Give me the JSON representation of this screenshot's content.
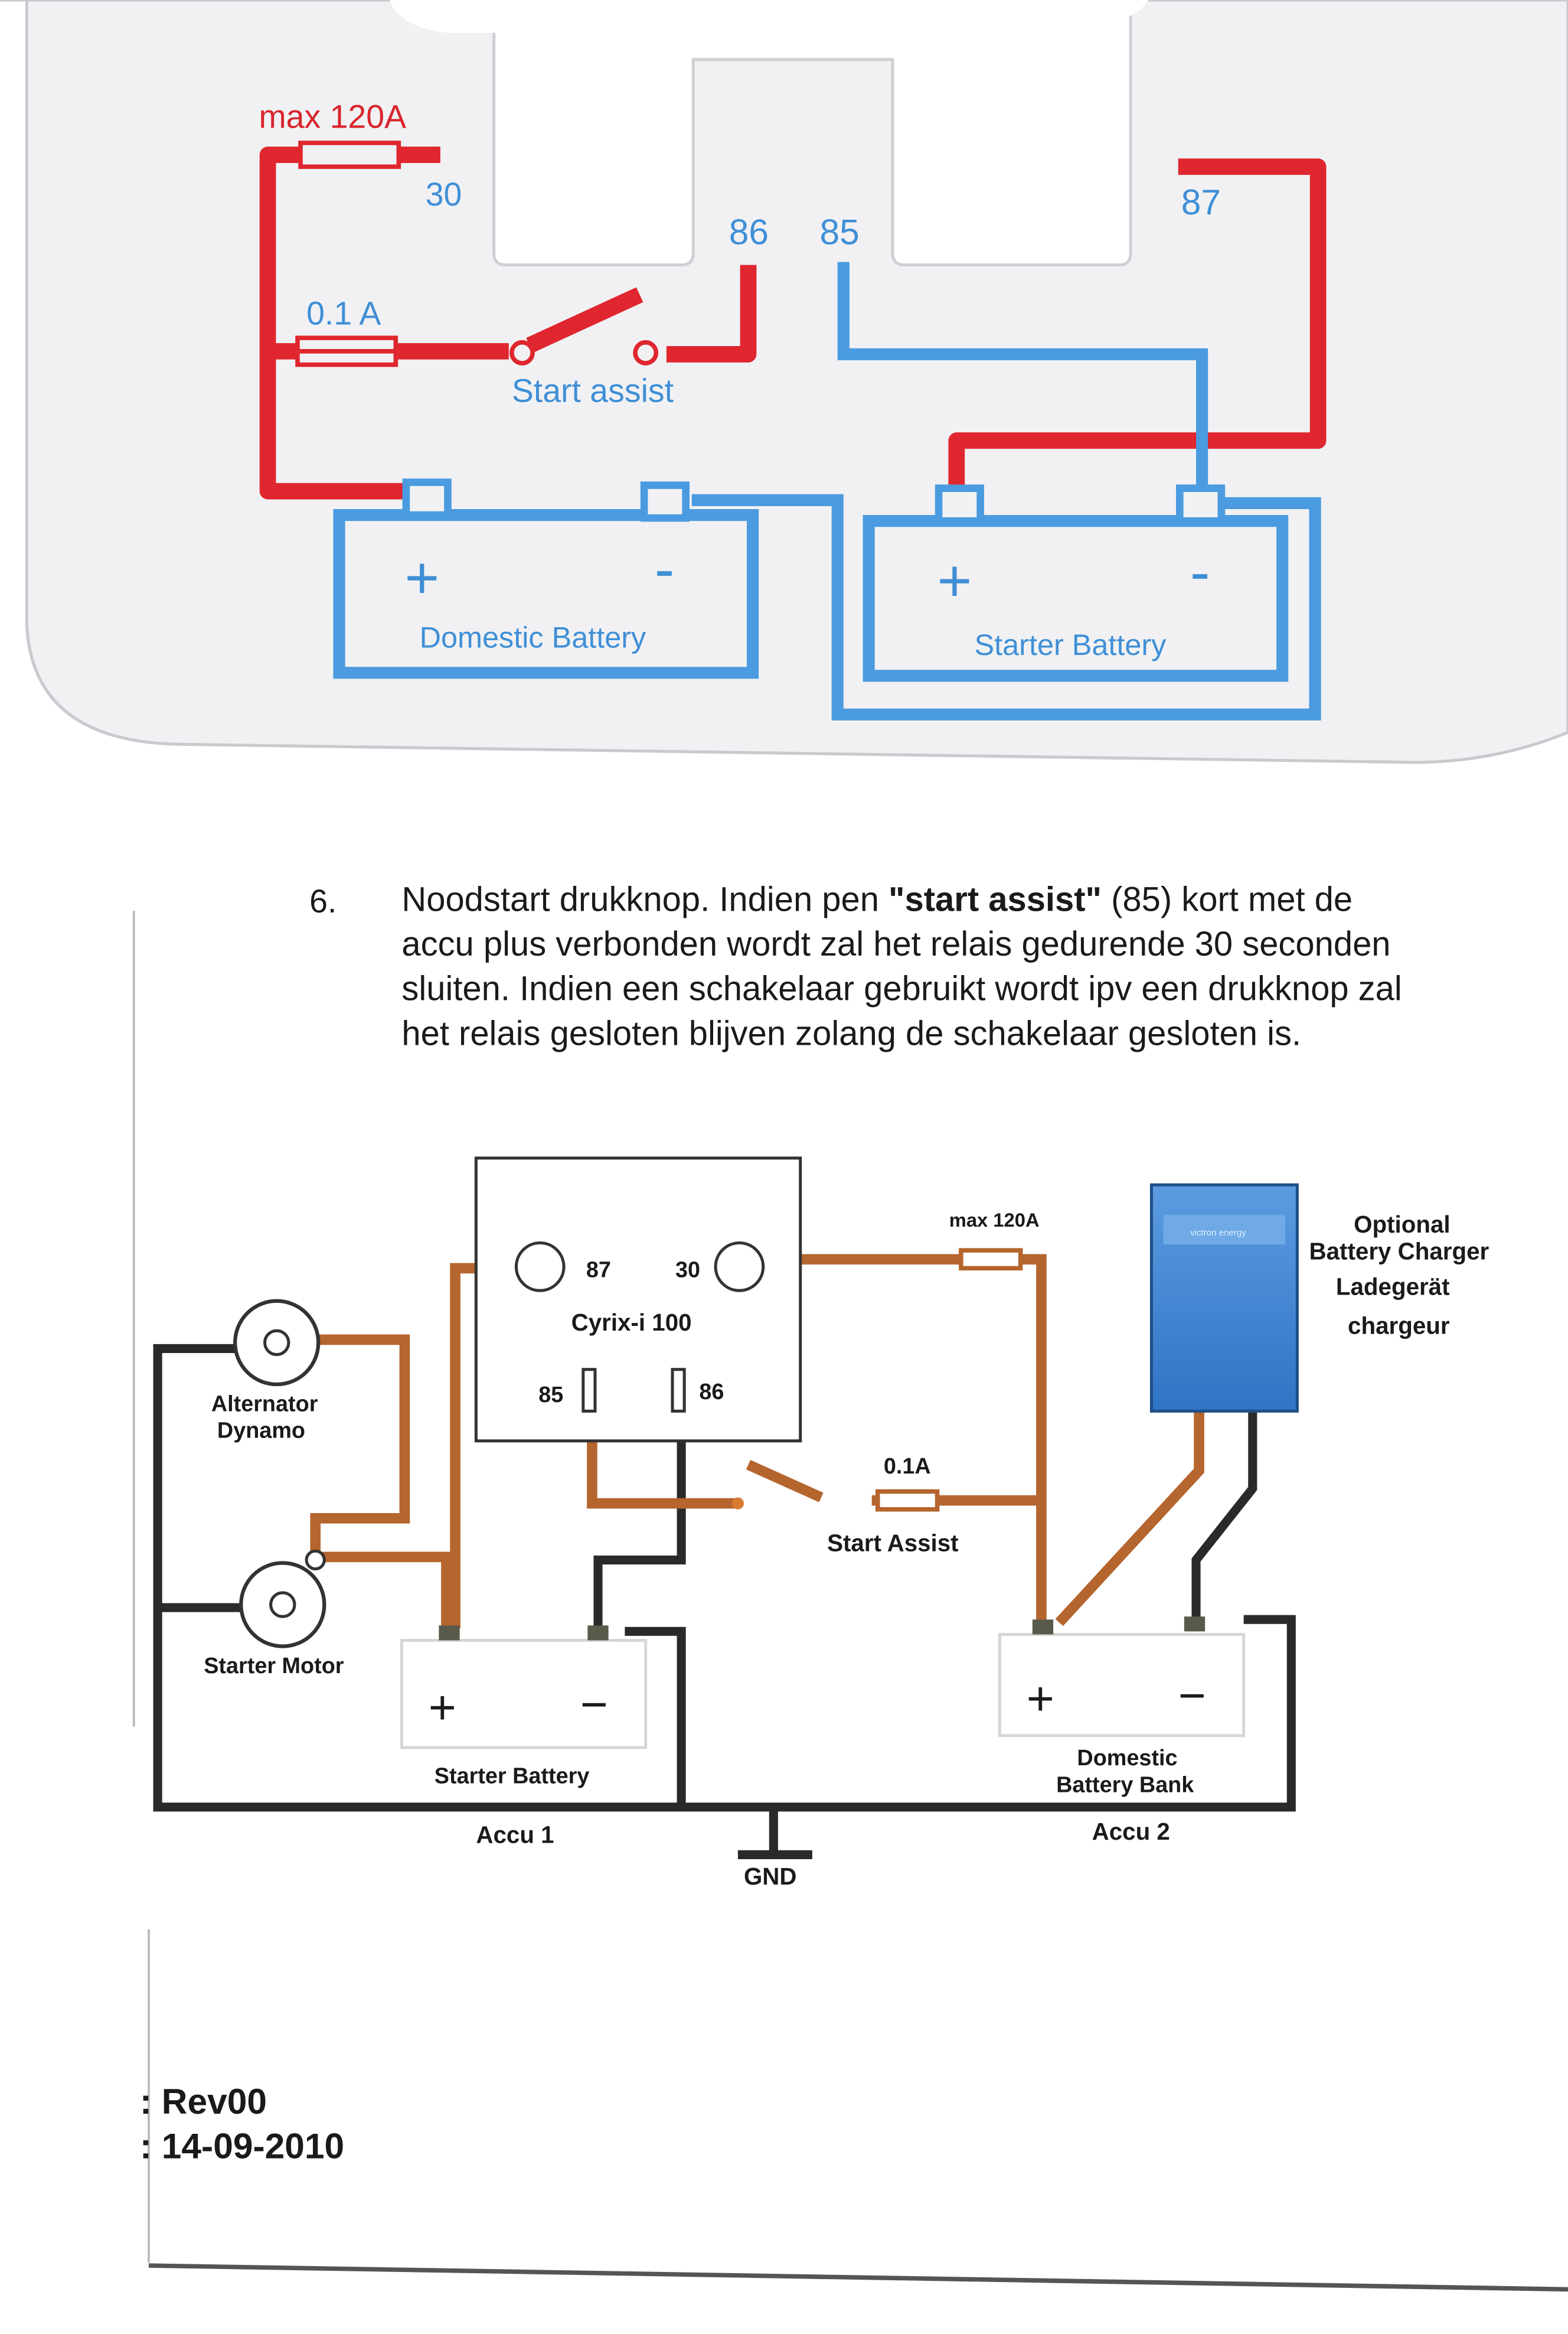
{
  "card": {
    "fuse_main": "max 120A",
    "terminal_30": "30",
    "terminal_86": "86",
    "terminal_85": "85",
    "terminal_87": "87",
    "fuse_small": "0.1 A",
    "switch_label": "Start assist",
    "domestic_battery": {
      "plus": "+",
      "minus": "-",
      "label": "Domestic Battery"
    },
    "starter_battery": {
      "plus": "+",
      "minus": "-",
      "label": "Starter Battery"
    }
  },
  "document": {
    "item_number": "6.",
    "paragraph": [
      {
        "pre": "Noodstart drukknop. Indien pen ",
        "bold": "\"start assist\"",
        "post": " (85) kort met de"
      },
      {
        "text": "accu plus verbonden wordt zal het relais gedurende 30 seconden"
      },
      {
        "text": "sluiten. Indien een schakelaar gebruikt wordt ipv een drukknop zal"
      },
      {
        "text": "het relais gesloten blijven zolang de schakelaar gesloten is."
      }
    ],
    "revision": ": Rev00",
    "date": ": 14-09-2010"
  },
  "diagram": {
    "relay_87": "87",
    "relay_30": "30",
    "relay_name": "Cyrix-i 100",
    "relay_85": "85",
    "relay_86": "86",
    "fuse_main": "max 120A",
    "fuse_small": "0.1A",
    "switch_label": "Start Assist",
    "alternator_line1": "Alternator",
    "alternator_line2": "Dynamo",
    "starter_motor": "Starter Motor",
    "starter_battery": {
      "plus": "+",
      "minus": "−",
      "label": "Starter Battery",
      "accu": "Accu 1"
    },
    "domestic_battery": {
      "plus": "+",
      "minus": "−",
      "label_line1": "Domestic",
      "label_line2": "Battery Bank",
      "accu": "Accu 2"
    },
    "gnd": "GND",
    "charger_line1": "Optional",
    "charger_line2": "Battery Charger",
    "charger_line3": "Ladegerät",
    "charger_line4": "chargeur",
    "charger_brand": "victron energy"
  },
  "colors": {
    "wire_red": "#e0262e",
    "wire_blue": "#4a9be0",
    "wire_brown": "#b5652e",
    "charger_blue": "#3f86d2"
  }
}
